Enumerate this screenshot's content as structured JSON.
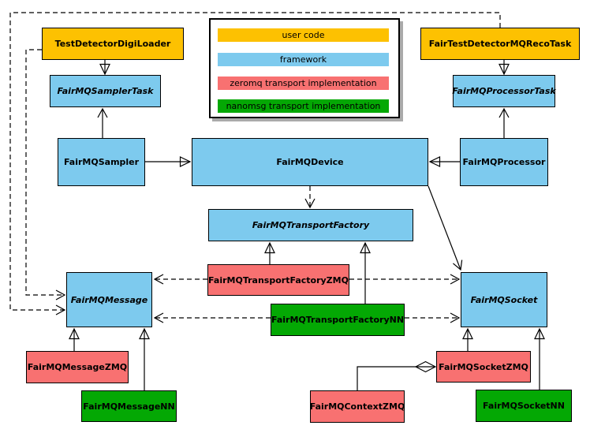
{
  "diagram_type": "uml-class-diagram",
  "colors": {
    "user_code": "#FDC101",
    "framework": "#7DCAEE",
    "zeromq": "#F87171",
    "nanomsg": "#04A804",
    "box_border": "#000000",
    "edge_line": "#000000",
    "legend_shadow": "#AAAAAA"
  },
  "legend": {
    "items": [
      {
        "label": "user code",
        "category": "user_code"
      },
      {
        "label": "framework",
        "category": "framework"
      },
      {
        "label": "zeromq transport implementation",
        "category": "zeromq"
      },
      {
        "label": "nanomsg transport implementation",
        "category": "nanomsg"
      }
    ]
  },
  "nodes": {
    "test_detector_digi_loader": {
      "label": "TestDetectorDigiLoader",
      "category": "user_code",
      "abstract": false
    },
    "fair_mq_sampler_task": {
      "label": "FairMQSamplerTask",
      "category": "framework",
      "abstract": true
    },
    "fair_mq_sampler": {
      "label": "FairMQSampler",
      "category": "framework",
      "abstract": false
    },
    "fair_test_detector_mq_reco_task": {
      "label": "FairTestDetectorMQRecoTask",
      "category": "user_code",
      "abstract": false
    },
    "fair_mq_processor_task": {
      "label": "FairMQProcessorTask",
      "category": "framework",
      "abstract": true
    },
    "fair_mq_processor": {
      "label": "FairMQProcessor",
      "category": "framework",
      "abstract": false
    },
    "fair_mq_device": {
      "label": "FairMQDevice",
      "category": "framework",
      "abstract": false
    },
    "fair_mq_transport_factory": {
      "label": "FairMQTransportFactory",
      "category": "framework",
      "abstract": true
    },
    "fair_mq_transport_factory_zmq": {
      "label": "FairMQTransportFactoryZMQ",
      "category": "zeromq",
      "abstract": false
    },
    "fair_mq_transport_factory_nn": {
      "label": "FairMQTransportFactoryNN",
      "category": "nanomsg",
      "abstract": false
    },
    "fair_mq_message": {
      "label": "FairMQMessage",
      "category": "framework",
      "abstract": true
    },
    "fair_mq_socket": {
      "label": "FairMQSocket",
      "category": "framework",
      "abstract": true
    },
    "fair_mq_message_zmq": {
      "label": "FairMQMessageZMQ",
      "category": "zeromq",
      "abstract": false
    },
    "fair_mq_message_nn": {
      "label": "FairMQMessageNN",
      "category": "nanomsg",
      "abstract": false
    },
    "fair_mq_socket_zmq": {
      "label": "FairMQSocketZMQ",
      "category": "zeromq",
      "abstract": false
    },
    "fair_mq_socket_nn": {
      "label": "FairMQSocketNN",
      "category": "nanomsg",
      "abstract": false
    },
    "fair_mq_context_zmq": {
      "label": "FairMQContextZMQ",
      "category": "zeromq",
      "abstract": false
    }
  },
  "edges": [
    {
      "from": "TestDetectorDigiLoader",
      "to": "FairMQSamplerTask",
      "kind": "generalization",
      "style": "solid"
    },
    {
      "from": "FairMQSampler",
      "to": "FairMQSamplerTask",
      "kind": "association",
      "style": "solid"
    },
    {
      "from": "FairTestDetectorMQRecoTask",
      "to": "FairMQProcessorTask",
      "kind": "generalization",
      "style": "solid"
    },
    {
      "from": "FairMQProcessor",
      "to": "FairMQProcessorTask",
      "kind": "association",
      "style": "solid"
    },
    {
      "from": "FairMQSampler",
      "to": "FairMQDevice",
      "kind": "generalization",
      "style": "solid"
    },
    {
      "from": "FairMQProcessor",
      "to": "FairMQDevice",
      "kind": "generalization",
      "style": "solid"
    },
    {
      "from": "FairMQDevice",
      "to": "FairMQTransportFactory",
      "kind": "dependency",
      "style": "dashed"
    },
    {
      "from": "FairMQDevice",
      "to": "FairMQSocket",
      "kind": "association",
      "style": "solid"
    },
    {
      "from": "FairMQTransportFactoryZMQ",
      "to": "FairMQTransportFactory",
      "kind": "generalization",
      "style": "solid"
    },
    {
      "from": "FairMQTransportFactoryNN",
      "to": "FairMQTransportFactory",
      "kind": "generalization",
      "style": "solid"
    },
    {
      "from": "FairMQTransportFactoryZMQ",
      "to": "FairMQMessage",
      "kind": "dependency",
      "style": "dashed"
    },
    {
      "from": "FairMQTransportFactoryZMQ",
      "to": "FairMQSocket",
      "kind": "dependency",
      "style": "dashed"
    },
    {
      "from": "FairMQTransportFactoryNN",
      "to": "FairMQMessage",
      "kind": "dependency",
      "style": "dashed"
    },
    {
      "from": "FairMQTransportFactoryNN",
      "to": "FairMQSocket",
      "kind": "dependency",
      "style": "dashed"
    },
    {
      "from": "TestDetectorDigiLoader",
      "to": "FairMQMessage",
      "kind": "dependency",
      "style": "dashed"
    },
    {
      "from": "FairTestDetectorMQRecoTask",
      "to": "FairMQMessage",
      "kind": "dependency",
      "style": "dashed"
    },
    {
      "from": "FairMQMessageZMQ",
      "to": "FairMQMessage",
      "kind": "generalization",
      "style": "solid"
    },
    {
      "from": "FairMQMessageNN",
      "to": "FairMQMessage",
      "kind": "generalization",
      "style": "solid"
    },
    {
      "from": "FairMQSocketZMQ",
      "to": "FairMQSocket",
      "kind": "generalization",
      "style": "solid"
    },
    {
      "from": "FairMQSocketNN",
      "to": "FairMQSocket",
      "kind": "generalization",
      "style": "solid"
    },
    {
      "from": "FairMQContextZMQ",
      "to": "FairMQSocketZMQ",
      "kind": "composition",
      "style": "solid"
    }
  ]
}
